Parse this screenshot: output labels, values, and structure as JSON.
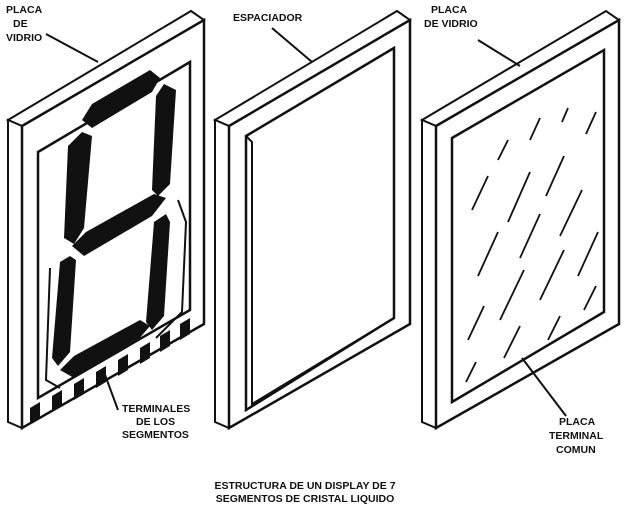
{
  "labels": {
    "glass_plate_left": [
      "PLACA",
      "DE",
      "VIDRIO"
    ],
    "spacer": "ESPACIADOR",
    "glass_plate_right": [
      "PLACA",
      "DE VIDRIO"
    ],
    "segment_terminals": [
      "TERMINALES",
      "DE LOS",
      "SEGMENTOS"
    ],
    "common_terminal_plate": [
      "PLACA",
      "TERMINAL",
      "COMUN"
    ]
  },
  "caption": [
    "ESTRUCTURA DE UN DISPLAY DE 7",
    "SEGMENTOS DE CRISTAL LIQUIDO"
  ],
  "colors": {
    "ink": "#111111",
    "paper": "#ffffff"
  }
}
